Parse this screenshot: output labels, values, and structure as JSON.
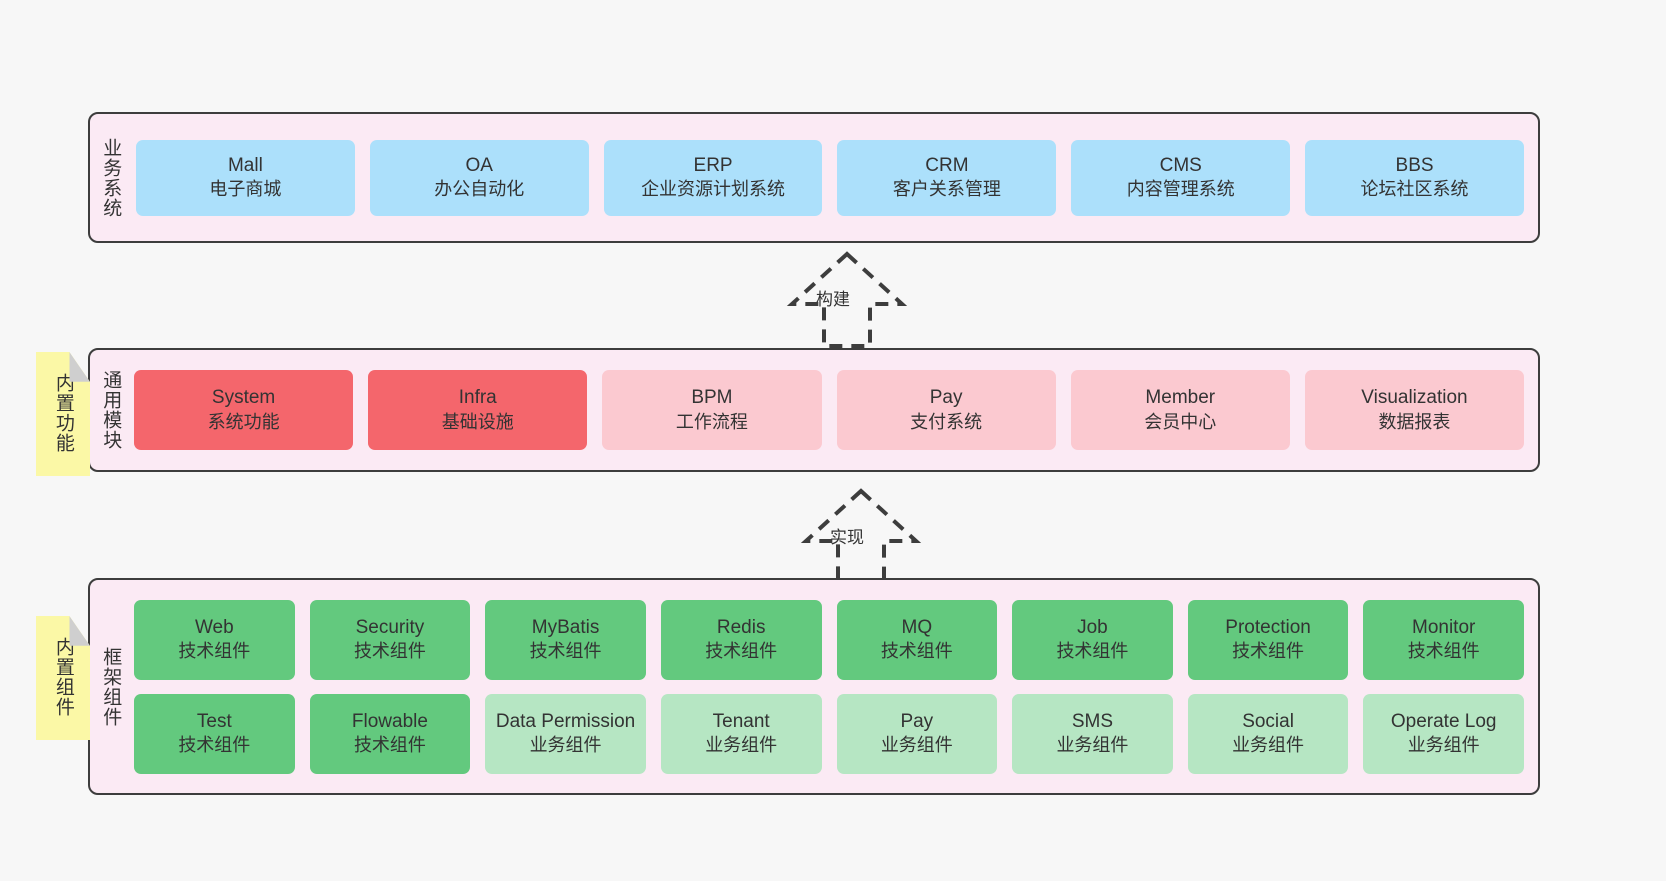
{
  "diagram": {
    "title_note_functions": "内置功能",
    "title_note_components": "内置组件",
    "background_color": "#f7f7f7",
    "layer_fill": "#fbeaf4",
    "layer_border": "#3d3d3d",
    "note_fill": "#fbf8a6"
  },
  "layers": [
    {
      "id": "business",
      "title": "业务系统",
      "rows": [
        {
          "cards": [
            {
              "name": "Mall",
              "desc": "电子商城",
              "color": "#ace0fb",
              "style": "c-blue"
            },
            {
              "name": "OA",
              "desc": "办公自动化",
              "color": "#ace0fb",
              "style": "c-blue"
            },
            {
              "name": "ERP",
              "desc": "企业资源计划系统",
              "color": "#ace0fb",
              "style": "c-blue"
            },
            {
              "name": "CRM",
              "desc": "客户关系管理",
              "color": "#ace0fb",
              "style": "c-blue"
            },
            {
              "name": "CMS",
              "desc": "内容管理系统",
              "color": "#ace0fb",
              "style": "c-blue"
            },
            {
              "name": "BBS",
              "desc": "论坛社区系统",
              "color": "#ace0fb",
              "style": "c-blue"
            }
          ]
        }
      ]
    },
    {
      "id": "modules",
      "title": "通用模块",
      "rows": [
        {
          "cards": [
            {
              "name": "System",
              "desc": "系统功能",
              "color": "#f4666c",
              "style": "c-red"
            },
            {
              "name": "Infra",
              "desc": "基础设施",
              "color": "#f4666c",
              "style": "c-red"
            },
            {
              "name": "BPM",
              "desc": "工作流程",
              "color": "#fbc9d0",
              "style": "c-pink"
            },
            {
              "name": "Pay",
              "desc": "支付系统",
              "color": "#fbc9d0",
              "style": "c-pink"
            },
            {
              "name": "Member",
              "desc": "会员中心",
              "color": "#fbc9d0",
              "style": "c-pink"
            },
            {
              "name": "Visualization",
              "desc": "数据报表",
              "color": "#fbc9d0",
              "style": "c-pink"
            }
          ]
        }
      ]
    },
    {
      "id": "framework",
      "title": "框架组件",
      "rows": [
        {
          "cards": [
            {
              "name": "Web",
              "desc": "技术组件",
              "color": "#63c97e",
              "style": "c-green"
            },
            {
              "name": "Security",
              "desc": "技术组件",
              "color": "#63c97e",
              "style": "c-green"
            },
            {
              "name": "MyBatis",
              "desc": "技术组件",
              "color": "#63c97e",
              "style": "c-green"
            },
            {
              "name": "Redis",
              "desc": "技术组件",
              "color": "#63c97e",
              "style": "c-green"
            },
            {
              "name": "MQ",
              "desc": "技术组件",
              "color": "#63c97e",
              "style": "c-green"
            },
            {
              "name": "Job",
              "desc": "技术组件",
              "color": "#63c97e",
              "style": "c-green"
            },
            {
              "name": "Protection",
              "desc": "技术组件",
              "color": "#63c97e",
              "style": "c-green"
            },
            {
              "name": "Monitor",
              "desc": "技术组件",
              "color": "#63c97e",
              "style": "c-green"
            }
          ]
        },
        {
          "cards": [
            {
              "name": "Test",
              "desc": "技术组件",
              "color": "#63c97e",
              "style": "c-green"
            },
            {
              "name": "Flowable",
              "desc": "技术组件",
              "color": "#63c97e",
              "style": "c-green"
            },
            {
              "name": "Data Permission",
              "desc": "业务组件",
              "color": "#b6e6c3",
              "style": "c-lightgreen"
            },
            {
              "name": "Tenant",
              "desc": "业务组件",
              "color": "#b6e6c3",
              "style": "c-lightgreen"
            },
            {
              "name": "Pay",
              "desc": "业务组件",
              "color": "#b6e6c3",
              "style": "c-lightgreen"
            },
            {
              "name": "SMS",
              "desc": "业务组件",
              "color": "#b6e6c3",
              "style": "c-lightgreen"
            },
            {
              "name": "Social",
              "desc": "业务组件",
              "color": "#b6e6c3",
              "style": "c-lightgreen"
            },
            {
              "name": "Operate Log",
              "desc": "业务组件",
              "color": "#b6e6c3",
              "style": "c-lightgreen"
            }
          ]
        }
      ]
    }
  ],
  "connectors": [
    {
      "id": "build",
      "label": "构建"
    },
    {
      "id": "impl",
      "label": "实现"
    }
  ]
}
